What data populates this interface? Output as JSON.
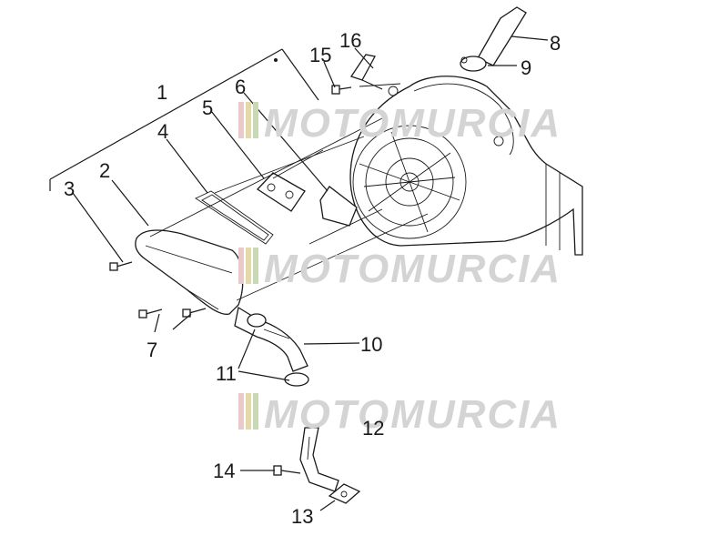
{
  "callouts": [
    "1",
    "2",
    "3",
    "4",
    "5",
    "6",
    "7",
    "8",
    "9",
    "10",
    "11",
    "12",
    "13",
    "14",
    "15",
    "16"
  ],
  "watermark": "MOTOMURCIA",
  "watermark_stripe_colors": [
    "#e9c9c9",
    "#e6d9a8",
    "#c9d9b5"
  ],
  "line_color": "#1a1a1a"
}
